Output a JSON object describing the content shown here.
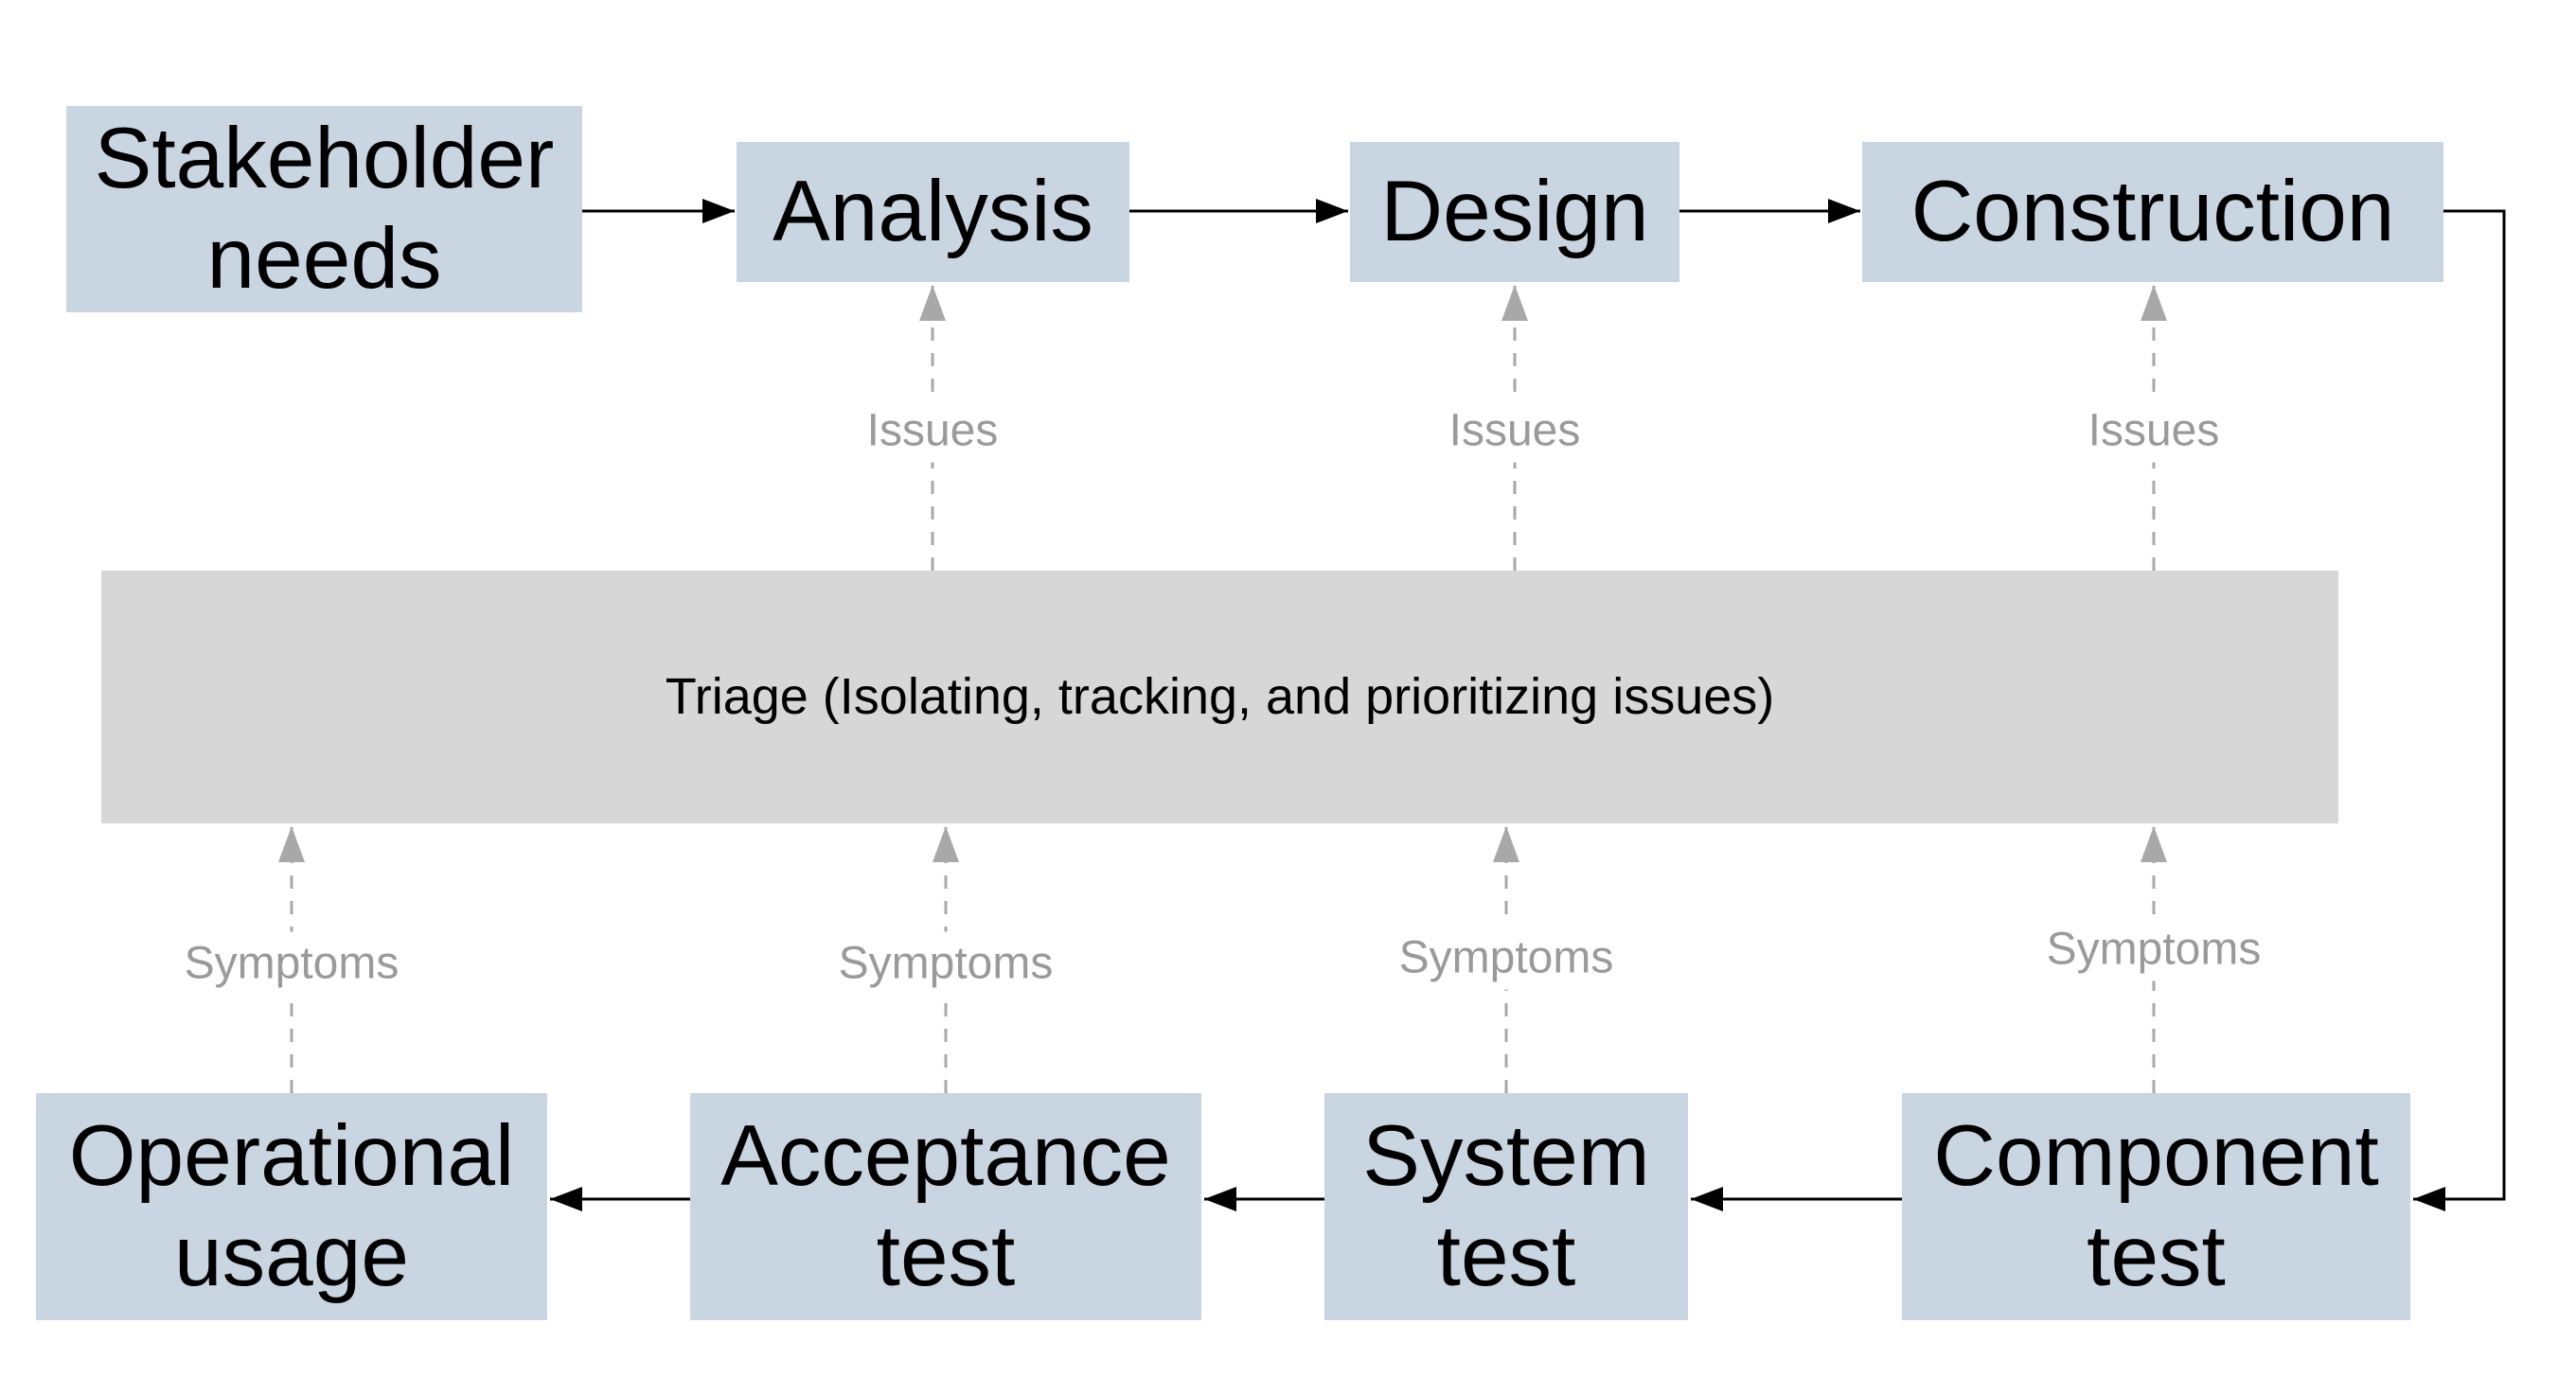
{
  "colors": {
    "background": "#ffffff",
    "node_fill": "#cad5e2",
    "triage_fill": "#d7d7d7",
    "node_text": "#000000",
    "flow_line": "#000000",
    "issue_line": "#a8a8a8",
    "edge_label_text": "#9a9a9a"
  },
  "nodes": {
    "stakeholder_needs": {
      "label": "Stakeholder needs"
    },
    "analysis": {
      "label": "Analysis"
    },
    "design": {
      "label": "Design"
    },
    "construction": {
      "label": "Construction"
    },
    "triage": {
      "label": "Triage (Isolating, tracking, and prioritizing issues)"
    },
    "operational_usage": {
      "label": "Operational usage"
    },
    "acceptance_test": {
      "label": "Acceptance test"
    },
    "system_test": {
      "label": "System test"
    },
    "component_test": {
      "label": "Component test"
    }
  },
  "edge_labels": {
    "issues": "Issues",
    "symptoms": "Symptoms"
  },
  "edges": {
    "solid_flow": [
      {
        "from": "stakeholder_needs",
        "to": "analysis"
      },
      {
        "from": "analysis",
        "to": "design"
      },
      {
        "from": "design",
        "to": "construction"
      },
      {
        "from": "construction",
        "to": "component_test"
      },
      {
        "from": "component_test",
        "to": "system_test"
      },
      {
        "from": "system_test",
        "to": "acceptance_test"
      },
      {
        "from": "acceptance_test",
        "to": "operational_usage"
      }
    ],
    "dashed_issues": [
      {
        "from": "triage",
        "to": "analysis",
        "label": "Issues"
      },
      {
        "from": "triage",
        "to": "design",
        "label": "Issues"
      },
      {
        "from": "triage",
        "to": "construction",
        "label": "Issues"
      }
    ],
    "dashed_symptoms": [
      {
        "from": "operational_usage",
        "to": "triage",
        "label": "Symptoms"
      },
      {
        "from": "acceptance_test",
        "to": "triage",
        "label": "Symptoms"
      },
      {
        "from": "system_test",
        "to": "triage",
        "label": "Symptoms"
      },
      {
        "from": "component_test",
        "to": "triage",
        "label": "Symptoms"
      }
    ]
  }
}
